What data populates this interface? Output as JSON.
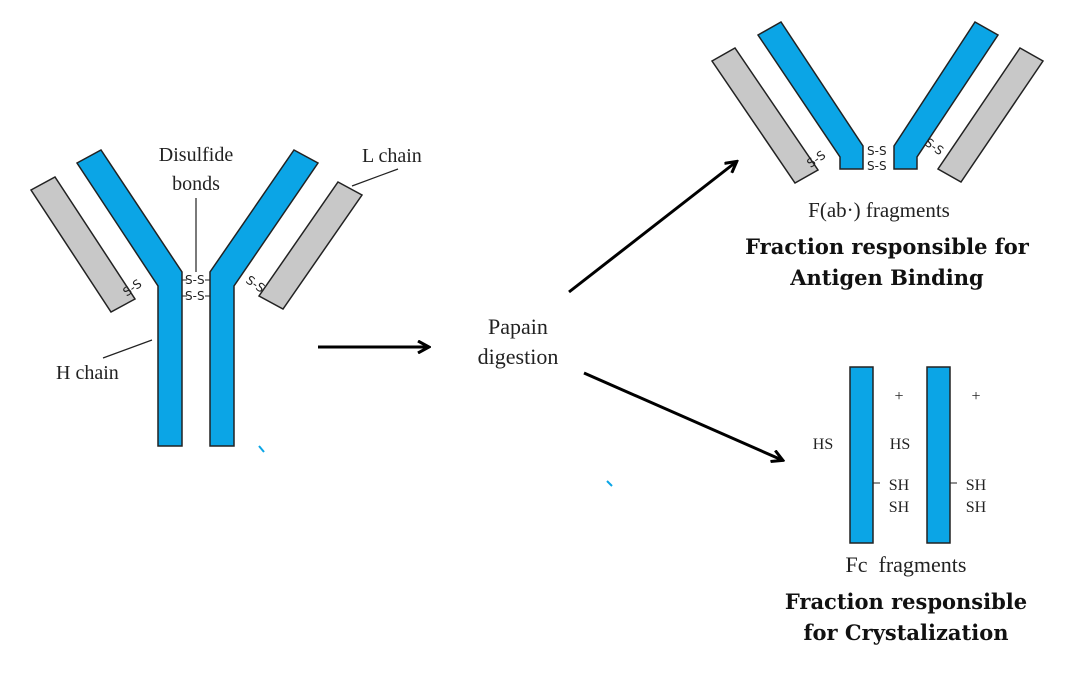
{
  "colors": {
    "heavy_chain": "#0ba5e6",
    "light_chain": "#c8c8c8",
    "outline": "#222222",
    "arrow": "#000000"
  },
  "antibody": {
    "disulfide_label_line1": "Disulfide",
    "disulfide_label_line2": "bonds",
    "l_chain_label": "L chain",
    "h_chain_label": "H chain",
    "ss": "S-S"
  },
  "process": {
    "line1": "Papain",
    "line2": "digestion"
  },
  "fab": {
    "label": "F(ab·) fragments",
    "caption_line1": "Fraction responsible for",
    "caption_line2": "Antigen Binding"
  },
  "fc": {
    "label": "Fc  fragments",
    "caption_line1": "Fraction responsible",
    "caption_line2": "for Crystalization",
    "plus": "+",
    "hs": "HS",
    "sh": "SH"
  }
}
